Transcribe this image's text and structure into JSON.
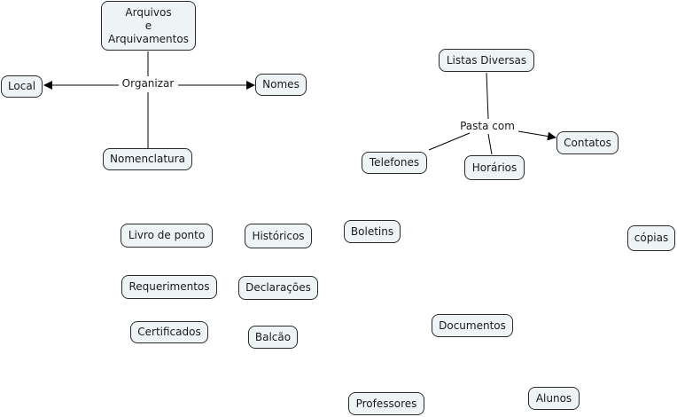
{
  "map": {
    "nodes": [
      {
        "id": "arquivos",
        "label": "Arquivos\ne\nArquivamentos"
      },
      {
        "id": "local",
        "label": "Local"
      },
      {
        "id": "nomes",
        "label": "Nomes"
      },
      {
        "id": "nomenclatura",
        "label": "Nomenclatura"
      },
      {
        "id": "listas",
        "label": "Listas Diversas"
      },
      {
        "id": "telefones",
        "label": "Telefones"
      },
      {
        "id": "horarios",
        "label": "Horários"
      },
      {
        "id": "contatos",
        "label": "Contatos"
      },
      {
        "id": "livro",
        "label": "Livro de ponto"
      },
      {
        "id": "historicos",
        "label": "Históricos"
      },
      {
        "id": "boletins",
        "label": "Boletins"
      },
      {
        "id": "copias",
        "label": "cópias"
      },
      {
        "id": "requerimentos",
        "label": "Requerimentos"
      },
      {
        "id": "declaracoes",
        "label": "Declarações"
      },
      {
        "id": "certificados",
        "label": "Certificados"
      },
      {
        "id": "balcao",
        "label": "Balcão"
      },
      {
        "id": "documentos",
        "label": "Documentos"
      },
      {
        "id": "professores",
        "label": "Professores"
      },
      {
        "id": "alunos",
        "label": "Alunos"
      }
    ],
    "linking_phrases": [
      {
        "id": "organizar",
        "label": "Organizar"
      },
      {
        "id": "pasta",
        "label": "Pasta com"
      }
    ],
    "connections": [
      {
        "from": "arquivos",
        "to": "organizar",
        "arrow": false
      },
      {
        "from": "organizar",
        "to": "local",
        "arrow": true
      },
      {
        "from": "organizar",
        "to": "nomes",
        "arrow": true
      },
      {
        "from": "organizar",
        "to": "nomenclatura",
        "arrow": false
      },
      {
        "from": "listas",
        "to": "pasta",
        "arrow": false
      },
      {
        "from": "pasta",
        "to": "telefones",
        "arrow": false
      },
      {
        "from": "pasta",
        "to": "horarios",
        "arrow": false
      },
      {
        "from": "pasta",
        "to": "contatos",
        "arrow": true
      }
    ]
  }
}
